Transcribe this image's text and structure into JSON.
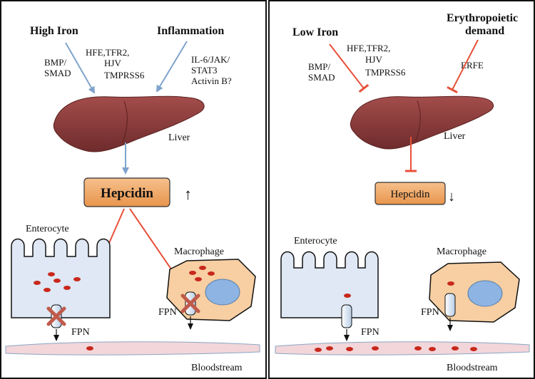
{
  "left": {
    "high_iron": "High Iron",
    "inflammation": "Inflammation",
    "bmp": [
      "BMP/",
      "SMAD"
    ],
    "hfe": [
      "HFE,TFR2,",
      "HJV",
      "TMPRSS6"
    ],
    "il6": [
      "IL-6/JAK/",
      "STAT3",
      "Activin B?"
    ],
    "liver": "Liver",
    "hepcidin": "Hepcidin",
    "hepcidin_arrow": "↑",
    "enterocyte": "Enterocyte",
    "macrophage": "Macrophage",
    "fpn_macrophage": "FPN",
    "fpn_enterocyte": "FPN",
    "bloodstream": "Bloodstream"
  },
  "right": {
    "low_iron": "Low Iron",
    "erythro": [
      "Erythropoietic",
      "demand"
    ],
    "bmp": [
      "BMP/",
      "SMAD"
    ],
    "hfe": [
      "HFE,TFR2,",
      "HJV",
      "TMPRSS6"
    ],
    "erfe": "ERFE",
    "liver": "Liver",
    "hepcidin": "Hepcidin",
    "hepcidin_arrow": "↓",
    "enterocyte": "Enterocyte",
    "macrophage": "Macrophage",
    "fpn_macrophage": "FPN",
    "fpn_enterocyte": "FPN",
    "bloodstream": "Bloodstream"
  },
  "colors": {
    "activation": "#7fa3cc",
    "inhibition": "#e8503a",
    "liver": "#8a3b3b",
    "hepcidin_box": "#f0a868",
    "cell_blue": "#dfe8f4",
    "macrophage": "#f7cfa3",
    "nucleus": "#8db4e2",
    "iron": "#c8281c",
    "blood": "#f2d6da"
  }
}
